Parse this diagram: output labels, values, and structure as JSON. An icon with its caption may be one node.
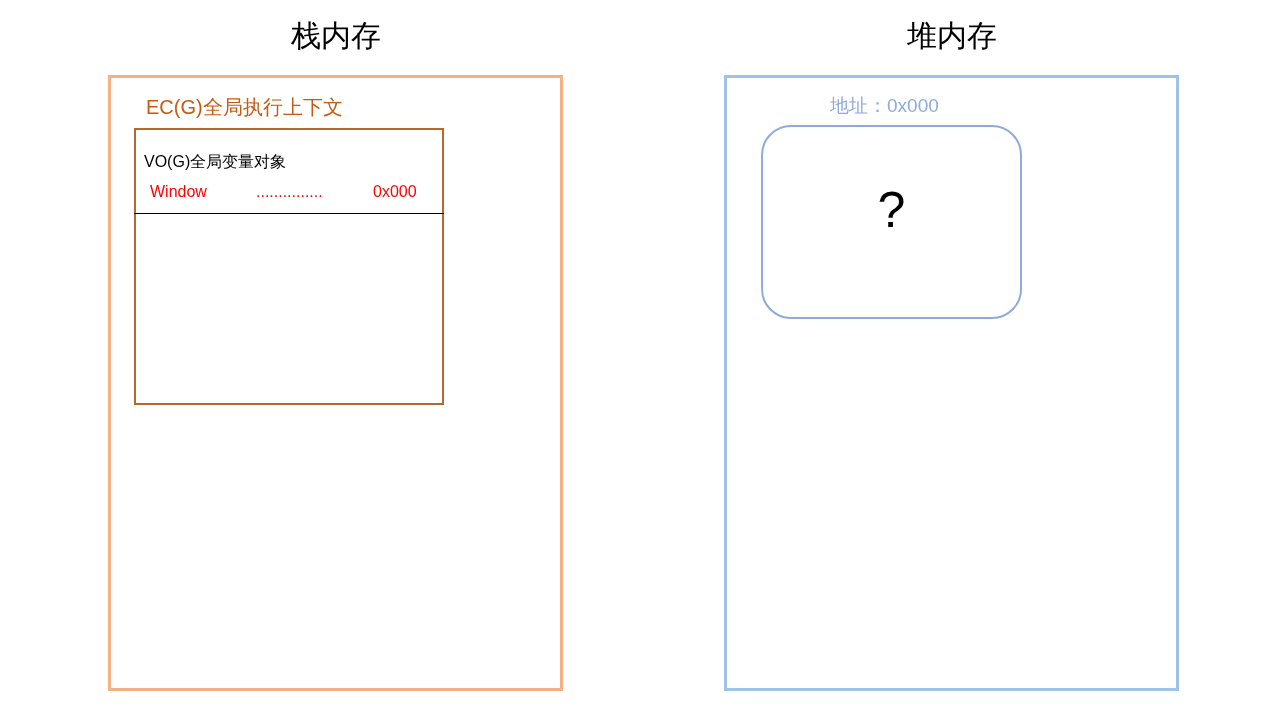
{
  "diagram": {
    "nodes": [
      {
        "text": [
          "栈内存"
        ]
      },
      {
        "text": [
          "EC(G)全局执行上下文",
          "VO(G)全局变量对象",
          "Window",
          "...............",
          "0x000"
        ],
        "in": 0
      },
      {
        "text": [
          "堆内存"
        ]
      },
      {
        "text": [
          "地址：0x000",
          "?"
        ],
        "in": 2
      }
    ]
  }
}
